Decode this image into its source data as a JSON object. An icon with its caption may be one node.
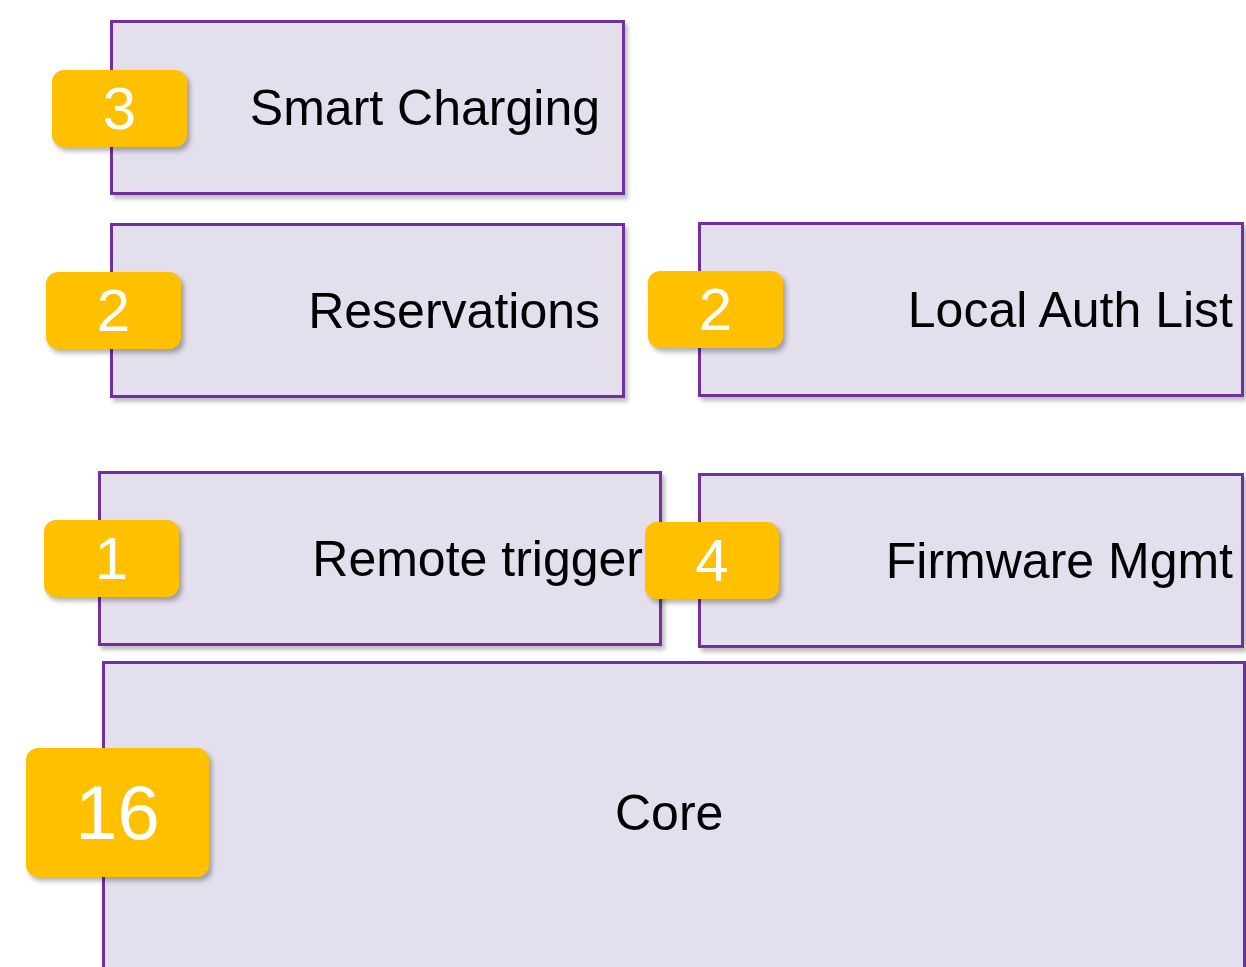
{
  "diagram": {
    "nodes": [
      {
        "text": [
          "3"
        ]
      },
      {
        "text": [
          "Smart Charging"
        ]
      },
      {
        "text": [
          "2"
        ]
      },
      {
        "text": [
          "Reservations"
        ]
      },
      {
        "text": [
          "2"
        ]
      },
      {
        "text": [
          "Local Auth List"
        ]
      },
      {
        "text": [
          "1"
        ]
      },
      {
        "text": [
          "Remote trigger"
        ]
      },
      {
        "text": [
          "4"
        ]
      },
      {
        "text": [
          "Firmware Mgmt"
        ]
      },
      {
        "text": [
          "16"
        ]
      },
      {
        "text": [
          "Core"
        ]
      }
    ],
    "edges": []
  }
}
